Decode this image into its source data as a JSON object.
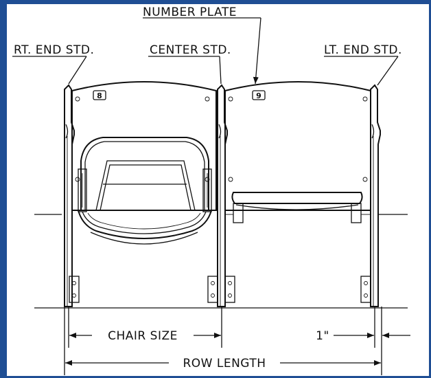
{
  "labels": {
    "number_plate": "NUMBER PLATE",
    "rt_end_std": "RT. END STD.",
    "center_std": "CENTER STD.",
    "lt_end_std": "LT. END STD.",
    "chair_size": "CHAIR SIZE",
    "one_inch": "1\"",
    "row_length": "ROW LENGTH"
  },
  "seats": {
    "left_number": "8",
    "right_number": "9"
  }
}
